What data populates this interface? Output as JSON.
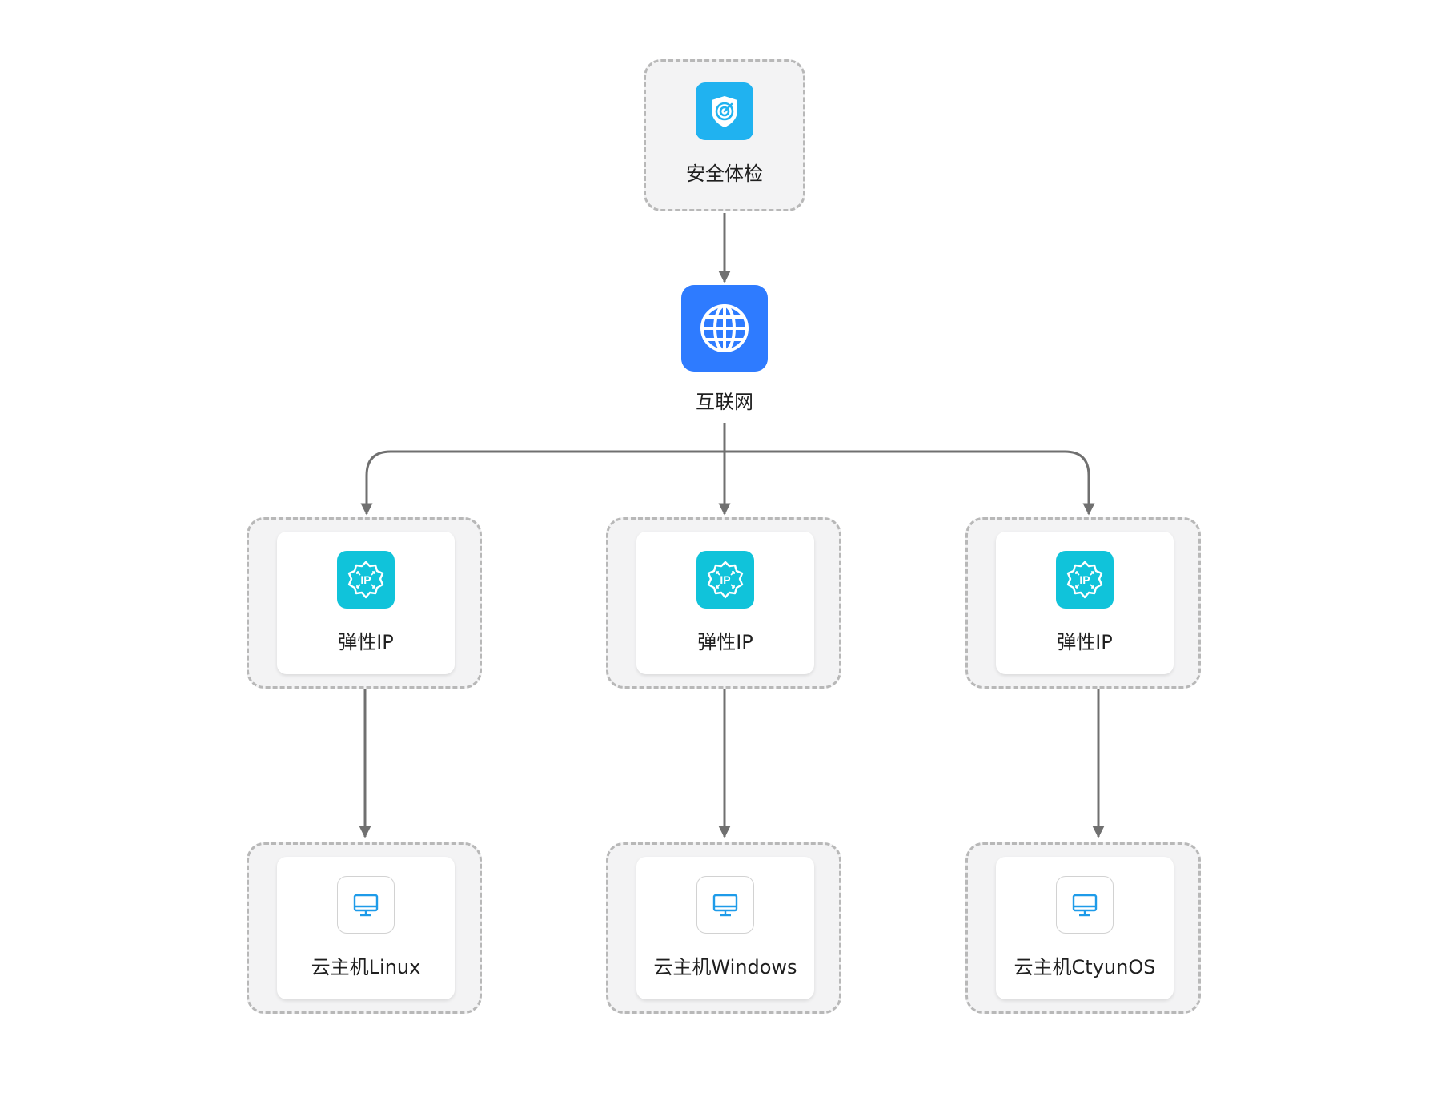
{
  "diagram": {
    "security_check": {
      "label": "安全体检",
      "icon": "shield-radar-icon"
    },
    "internet": {
      "label": "互联网",
      "icon": "globe-icon"
    },
    "eips": [
      {
        "label": "弹性IP",
        "icon": "elastic-ip-icon"
      },
      {
        "label": "弹性IP",
        "icon": "elastic-ip-icon"
      },
      {
        "label": "弹性IP",
        "icon": "elastic-ip-icon"
      }
    ],
    "hosts": [
      {
        "label": "云主机Linux",
        "icon": "monitor-icon"
      },
      {
        "label": "云主机Windows",
        "icon": "monitor-icon"
      },
      {
        "label": "云主机CtyunOS",
        "icon": "monitor-icon"
      }
    ],
    "edges": [
      [
        "安全体检",
        "互联网"
      ],
      [
        "互联网",
        "弹性IP"
      ],
      [
        "弹性IP",
        "云主机Linux"
      ],
      [
        "弹性IP",
        "云主机Windows"
      ],
      [
        "弹性IP",
        "云主机CtyunOS"
      ]
    ],
    "colors": {
      "security": "#20b2f0",
      "internet": "#2e7bff",
      "eip": "#10c3da",
      "vm_icon": "#1e9be9",
      "connector": "#707070",
      "group_border": "#b8b8b8",
      "group_fill": "#f3f3f4"
    }
  }
}
